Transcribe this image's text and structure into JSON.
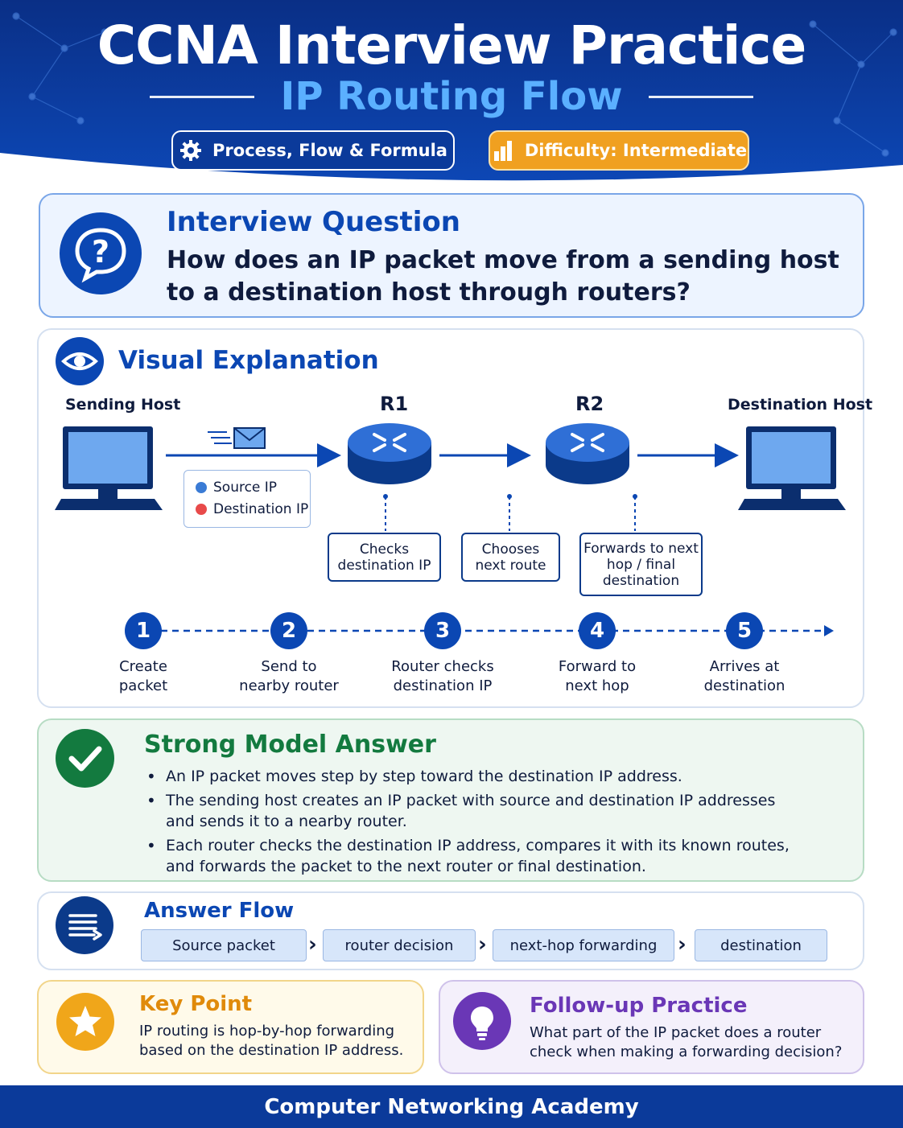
{
  "header": {
    "title": "CCNA Interview Practice",
    "subtitle": "IP Routing Flow",
    "pill_process": "Process, Flow & Formula",
    "pill_difficulty": "Difficulty: Intermediate"
  },
  "question": {
    "heading": "Interview Question",
    "line1": "How does an IP packet move from a sending host",
    "line2": "to a destination host through routers?"
  },
  "visual": {
    "heading": "Visual Explanation",
    "sending_host": "Sending Host",
    "r1": "R1",
    "r2": "R2",
    "destination_host": "Destination Host",
    "legend": {
      "source_ip": "Source IP",
      "destination_ip": "Destination IP"
    },
    "callouts": [
      {
        "line1": "Checks",
        "line2": "destination IP",
        "line3": ""
      },
      {
        "line1": "Chooses",
        "line2": "next route",
        "line3": ""
      },
      {
        "line1": "Forwards to next",
        "line2": "hop / final",
        "line3": "destination"
      }
    ],
    "steps": [
      {
        "num": "1",
        "line1": "Create",
        "line2": "packet"
      },
      {
        "num": "2",
        "line1": "Send to",
        "line2": "nearby router"
      },
      {
        "num": "3",
        "line1": "Router checks",
        "line2": "destination IP"
      },
      {
        "num": "4",
        "line1": "Forward to",
        "line2": "next hop"
      },
      {
        "num": "5",
        "line1": "Arrives at",
        "line2": "destination"
      }
    ]
  },
  "answer": {
    "heading": "Strong Model Answer",
    "bullets": [
      "An IP packet moves step by step toward the destination IP address.",
      "The sending host creates an IP packet with source and destination IP addresses and sends it to a nearby router.",
      "Each router checks the destination IP address, compares it with its known routes, and forwards the packet to the next router or final destination."
    ]
  },
  "flow": {
    "heading": "Answer Flow",
    "steps": [
      "Source packet",
      "router decision",
      "next-hop forwarding",
      "destination"
    ]
  },
  "key_point": {
    "heading": "Key Point",
    "text": "IP routing is hop-by-hop forwarding based on the destination IP address."
  },
  "follow_up": {
    "heading": "Follow-up Practice",
    "text": "What part of the IP packet does a router check when making a forwarding decision?"
  },
  "footer": {
    "text": "Computer Networking Academy"
  },
  "colors": {
    "primary": "#0b47b3",
    "navy": "#0b3a9a",
    "green": "#137a3f",
    "orange": "#f0a020",
    "purple": "#6a37b6",
    "source_dot": "#3a7bd5",
    "destination_dot": "#e84a4a"
  }
}
